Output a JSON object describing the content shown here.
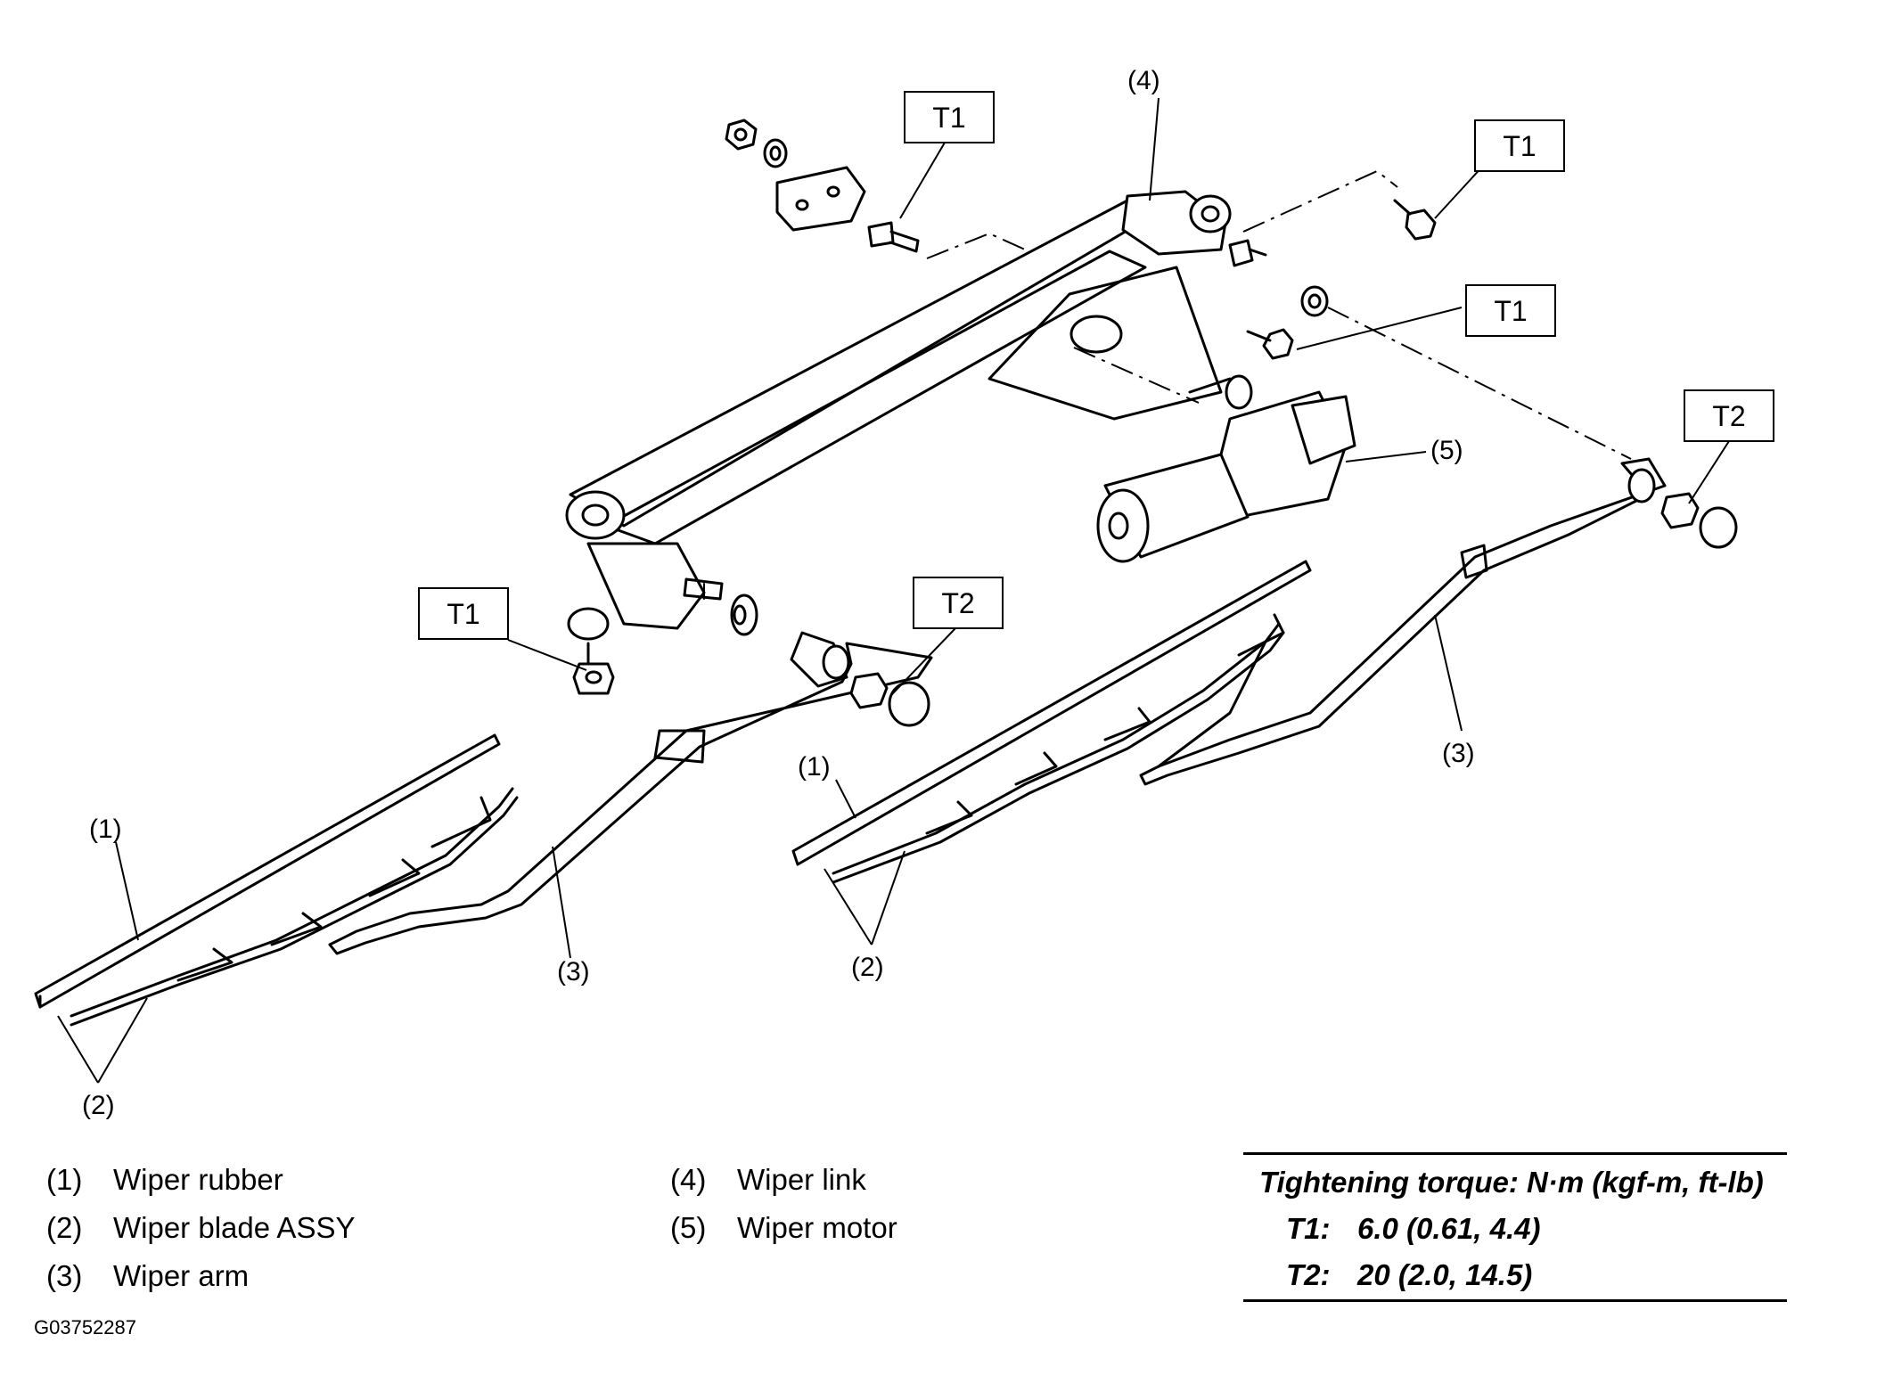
{
  "callouts": {
    "c1_left": "(1)",
    "c2_left": "(2)",
    "c3_left": "(3)",
    "c1_mid": "(1)",
    "c2_mid": "(2)",
    "c3_right": "(3)",
    "c4": "(4)",
    "c5": "(5)"
  },
  "torque_boxes": {
    "t1_top": "T1",
    "t1_right_top": "T1",
    "t1_right_mid": "T1",
    "t1_left": "T1",
    "t2_right": "T2",
    "t2_mid": "T2"
  },
  "legend": {
    "left": [
      {
        "num": "(1)",
        "label": "Wiper rubber"
      },
      {
        "num": "(2)",
        "label": "Wiper blade ASSY"
      },
      {
        "num": "(3)",
        "label": "Wiper arm"
      }
    ],
    "right": [
      {
        "num": "(4)",
        "label": "Wiper link"
      },
      {
        "num": "(5)",
        "label": "Wiper motor"
      }
    ]
  },
  "torque_spec": {
    "title": "Tightening torque: N·m (kgf-m, ft-lb)",
    "rows": [
      {
        "code": "T1:",
        "value": "6.0 (0.61, 4.4)"
      },
      {
        "code": "T2:",
        "value": "20 (2.0, 14.5)"
      }
    ]
  },
  "figure_code": "G03752287"
}
